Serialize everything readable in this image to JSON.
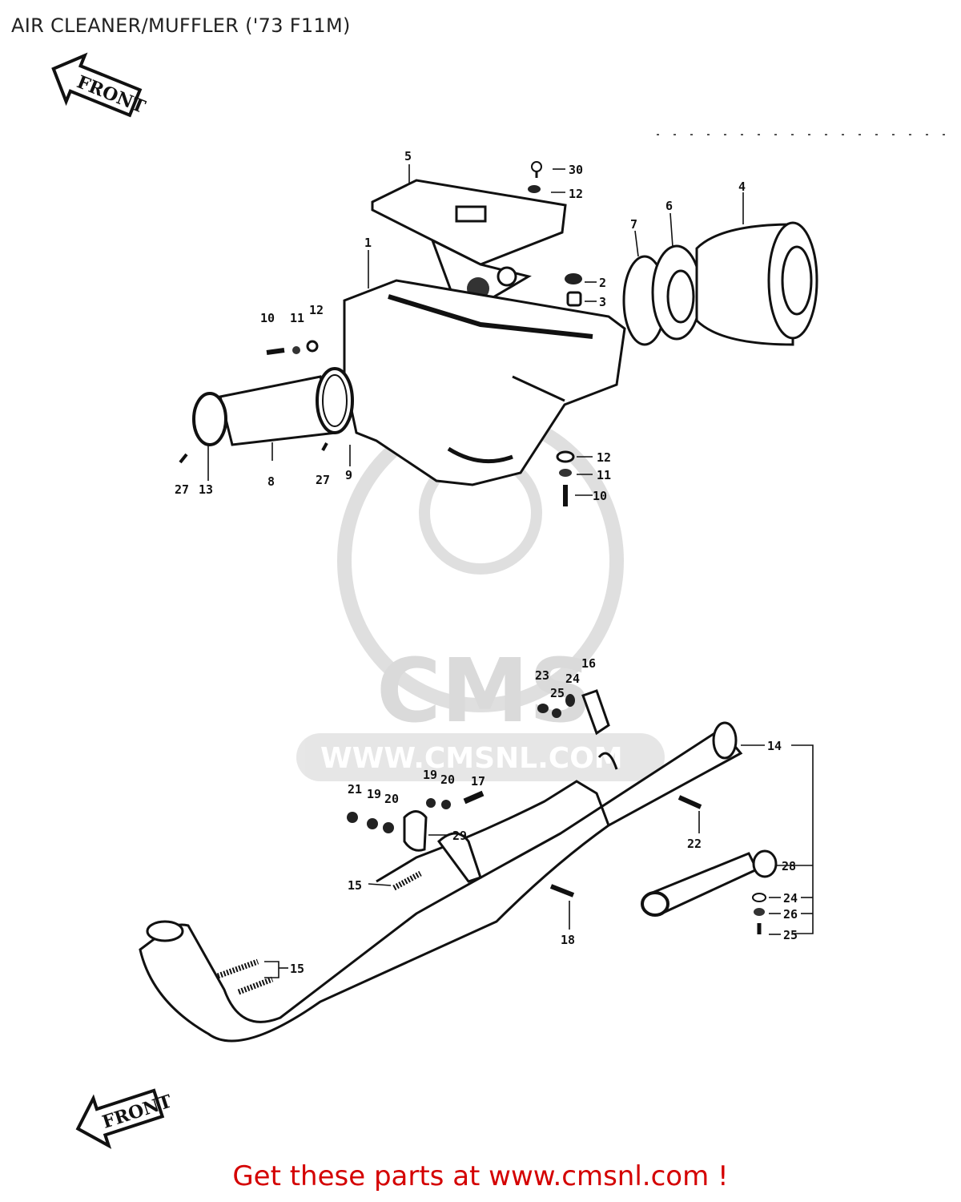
{
  "title": "AIR CLEANER/MUFFLER ('73 F11M)",
  "footer": "Get these parts at www.cmsnl.com !",
  "front_label": "FRONT",
  "watermark": {
    "brand": "CMS",
    "url": "WWW.CMSNL.COM"
  },
  "callouts": [
    {
      "id": "c-5",
      "text": "5"
    },
    {
      "id": "c-30",
      "text": "30"
    },
    {
      "id": "c-12a",
      "text": "12"
    },
    {
      "id": "c-4",
      "text": "4"
    },
    {
      "id": "c-6",
      "text": "6"
    },
    {
      "id": "c-7",
      "text": "7"
    },
    {
      "id": "c-1",
      "text": "1"
    },
    {
      "id": "c-2",
      "text": "2"
    },
    {
      "id": "c-3",
      "text": "3"
    },
    {
      "id": "c-10a",
      "text": "10"
    },
    {
      "id": "c-11a",
      "text": "11"
    },
    {
      "id": "c-12b",
      "text": "12"
    },
    {
      "id": "c-12c",
      "text": "12"
    },
    {
      "id": "c-11b",
      "text": "11"
    },
    {
      "id": "c-10b",
      "text": "10"
    },
    {
      "id": "c-27a",
      "text": "27"
    },
    {
      "id": "c-13",
      "text": "13"
    },
    {
      "id": "c-8",
      "text": "8"
    },
    {
      "id": "c-27b",
      "text": "27"
    },
    {
      "id": "c-9",
      "text": "9"
    },
    {
      "id": "c-16",
      "text": "16"
    },
    {
      "id": "c-23",
      "text": "23"
    },
    {
      "id": "c-24a",
      "text": "24"
    },
    {
      "id": "c-25a",
      "text": "25"
    },
    {
      "id": "c-14",
      "text": "14"
    },
    {
      "id": "c-19a",
      "text": "19"
    },
    {
      "id": "c-20a",
      "text": "20"
    },
    {
      "id": "c-17",
      "text": "17"
    },
    {
      "id": "c-21",
      "text": "21"
    },
    {
      "id": "c-19b",
      "text": "19"
    },
    {
      "id": "c-20b",
      "text": "20"
    },
    {
      "id": "c-29",
      "text": "29"
    },
    {
      "id": "c-22",
      "text": "22"
    },
    {
      "id": "c-28",
      "text": "28"
    },
    {
      "id": "c-15a",
      "text": "15"
    },
    {
      "id": "c-24b",
      "text": "24"
    },
    {
      "id": "c-26",
      "text": "26"
    },
    {
      "id": "c-25b",
      "text": "25"
    },
    {
      "id": "c-18",
      "text": "18"
    },
    {
      "id": "c-15b",
      "text": "15"
    }
  ]
}
